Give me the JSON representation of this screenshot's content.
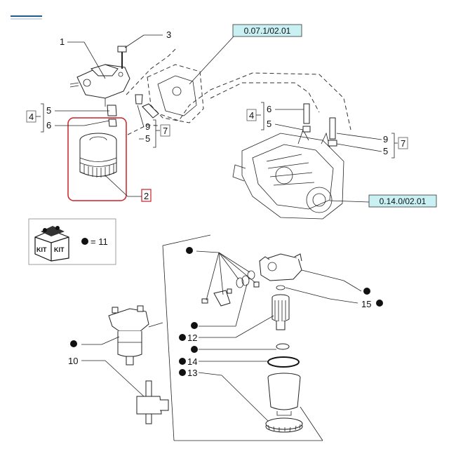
{
  "references": {
    "top": "0.07.1/02.01",
    "right": "0.14.0/02.01"
  },
  "labels": {
    "p1": "1",
    "p3": "3",
    "p2": "2",
    "l4a": "4",
    "l5a": "5",
    "l6a": "6",
    "l9a": "9",
    "l5b": "5",
    "l7a": "7",
    "l4b": "4",
    "l6b": "6",
    "l5c": "5",
    "l9b": "9",
    "l5d": "5",
    "l7b": "7",
    "kit_count": "= 11",
    "l15": "15",
    "l12": "12",
    "l14": "14",
    "l13": "13",
    "l10": "10"
  },
  "kit": {
    "text1": "KIT",
    "text2": "KIT"
  },
  "colors": {
    "reference_fill": "#c9f1f4",
    "highlight": "#cc2027",
    "header_line": "#1f5d8a"
  }
}
